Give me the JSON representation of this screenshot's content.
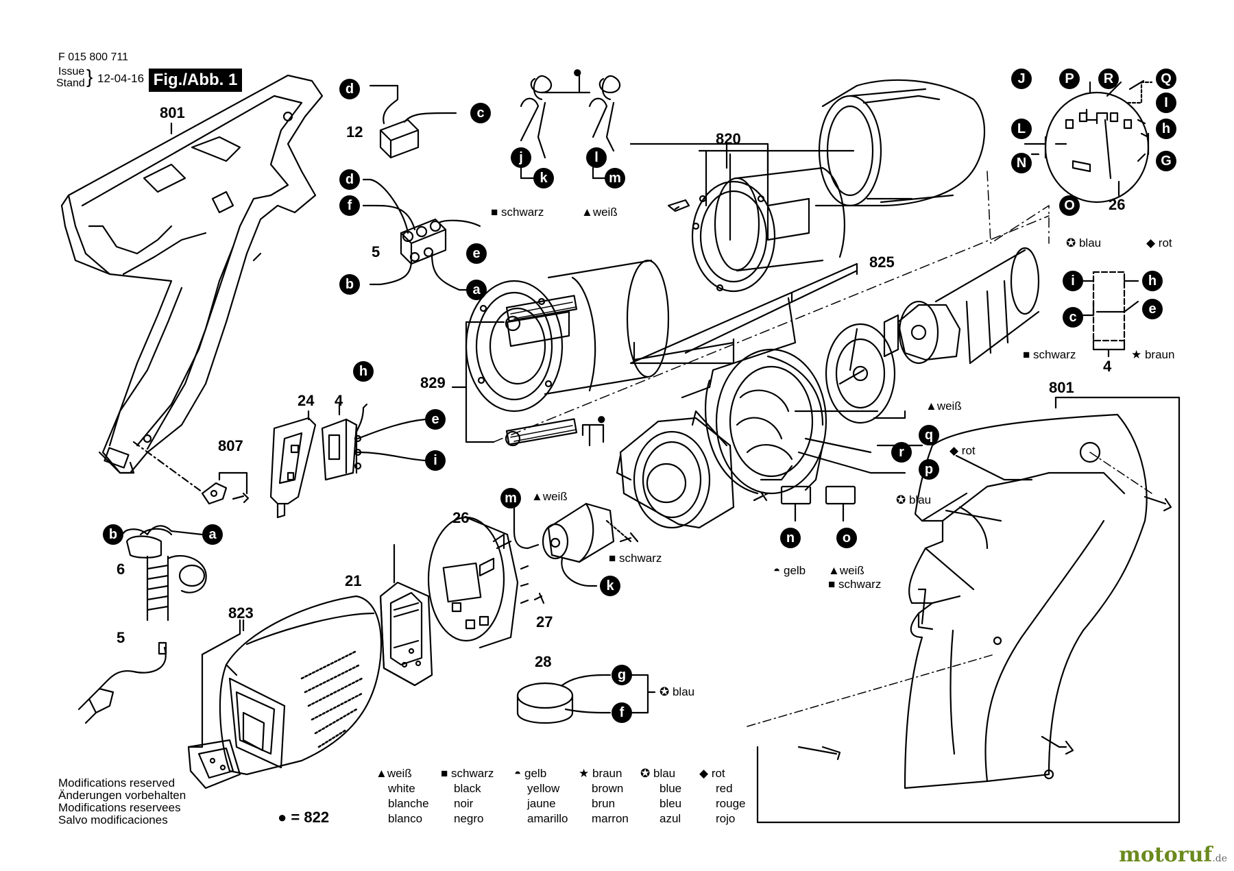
{
  "header": {
    "doc_number": "F 015 800 711",
    "issue_label": "Issue",
    "stand_label": "Stand",
    "date": "12-04-16",
    "figure": "Fig./Abb. 1"
  },
  "part_numbers": {
    "p801a": "801",
    "p12": "12",
    "p5a": "5",
    "p820": "820",
    "p825": "825",
    "p829": "829",
    "p26a": "26",
    "p4a": "4",
    "p801b": "801",
    "p24": "24",
    "p4b": "4",
    "p807": "807",
    "p6": "6",
    "p5b": "5",
    "p26b": "26",
    "p27": "27",
    "p21": "21",
    "p823": "823",
    "p28": "28"
  },
  "wire_letters": {
    "d1": "d",
    "c1": "c",
    "d2": "d",
    "f1": "f",
    "e1": "e",
    "b1": "b",
    "a1": "a",
    "j": "j",
    "k1": "k",
    "l": "l",
    "m1": "m",
    "h1": "h",
    "e2": "e",
    "i1": "i",
    "b2": "b",
    "a2": "a",
    "m2": "m",
    "k2": "k",
    "q": "q",
    "r": "r",
    "p": "p",
    "n": "n",
    "o": "o",
    "g": "g",
    "f2": "f",
    "J": "J",
    "P": "P",
    "R": "R",
    "Q": "Q",
    "I": "I",
    "L": "L",
    "H": "h",
    "N": "N",
    "G": "G",
    "O": "O",
    "i2": "i",
    "h2": "h",
    "c2": "c",
    "e3": "e"
  },
  "color_tags": {
    "schwarz1": "schwarz",
    "weiss1": "weiß",
    "blau1": "blau",
    "rot1": "rot",
    "schwarz2": "schwarz",
    "braun1": "braun",
    "weiss2": "weiß",
    "rot2": "rot",
    "blau2": "blau",
    "weiss3": "weiß",
    "schwarz3": "schwarz",
    "gelb1": "gelb",
    "weiss4": "weiß",
    "schwarz4": "schwarz",
    "blau3": "blau"
  },
  "legend": [
    {
      "symbol": "▲",
      "lines": [
        "weiß",
        "white",
        "blanche",
        "blanco"
      ]
    },
    {
      "symbol": "■",
      "lines": [
        "schwarz",
        "black",
        "noir",
        "negro"
      ]
    },
    {
      "symbol": "◓",
      "lines": [
        "gelb",
        "yellow",
        "jaune",
        "amarillo"
      ]
    },
    {
      "symbol": "★",
      "lines": [
        "braun",
        "brown",
        "brun",
        "marron"
      ]
    },
    {
      "symbol": "✪",
      "lines": [
        "blau",
        "blue",
        "bleu",
        "azul"
      ]
    },
    {
      "symbol": "◆",
      "lines": [
        "rot",
        "red",
        "rouge",
        "rojo"
      ]
    }
  ],
  "modifications": [
    "Modifications reserved",
    "Änderungen vorbehalten",
    "Modifications reservees",
    "Salvo modificaciones"
  ],
  "dot_note": "= 822",
  "watermark": {
    "brand": "motoruf",
    "tld": ".de"
  },
  "colors": {
    "ink": "#000000",
    "paper": "#ffffff",
    "watermark": "#6a8a1e"
  }
}
